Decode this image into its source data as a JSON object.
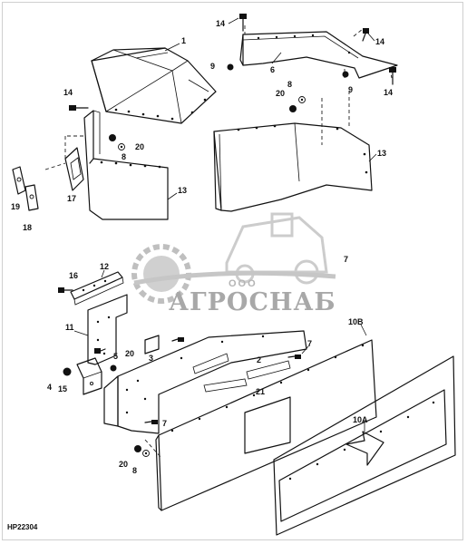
{
  "figure_id": "HP22304",
  "watermark": {
    "small": "ООО",
    "brand": "АГРОСНАБ"
  },
  "labels": {
    "l1": "1",
    "l2": "2",
    "l3": "3",
    "l4": "4",
    "l5": "5",
    "l6": "6",
    "l7a": "7",
    "l7b": "7",
    "l7c": "7",
    "l8a": "8",
    "l8b": "8",
    "l8c": "8",
    "l9a": "9",
    "l9b": "9",
    "l10a": "10A",
    "l10b": "10B",
    "l11": "11",
    "l12": "12",
    "l13a": "13",
    "l13b": "13",
    "l14a": "14",
    "l14b": "14",
    "l14c": "14",
    "l14d": "14",
    "l15": "15",
    "l16": "16",
    "l17": "17",
    "l18": "18",
    "l19": "19",
    "l20a": "20",
    "l20b": "20",
    "l20c": "20",
    "l20d": "20",
    "l21": "21"
  }
}
